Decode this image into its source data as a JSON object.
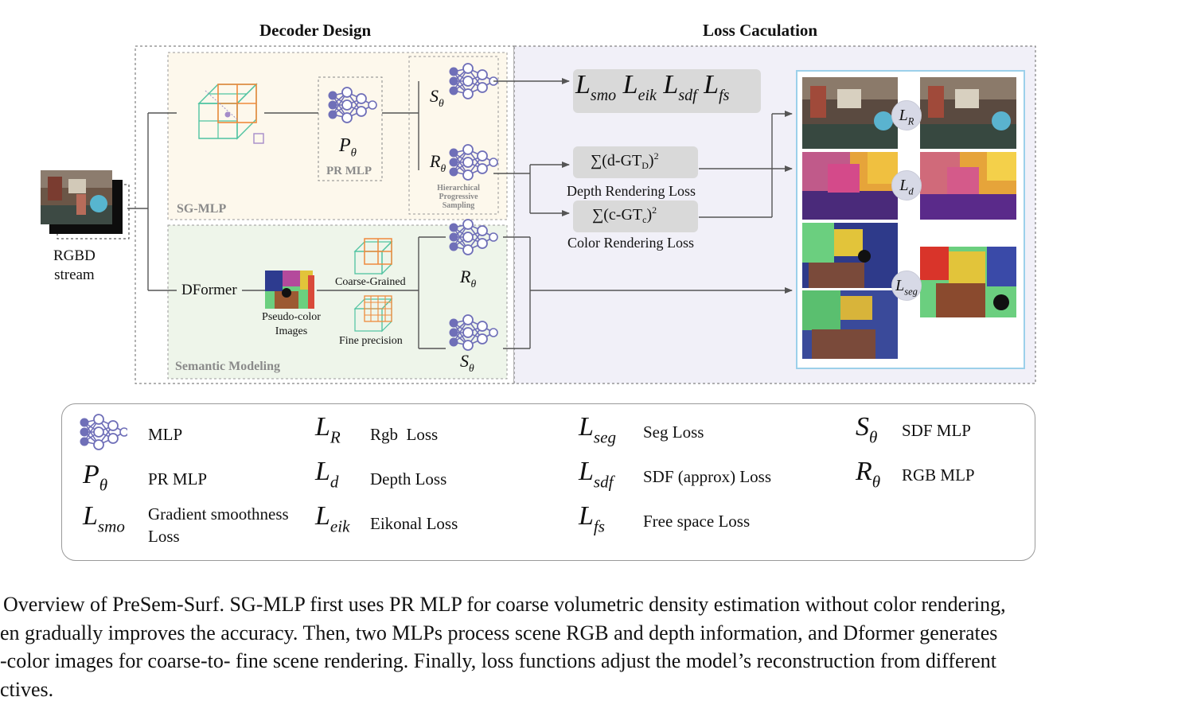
{
  "diagram": {
    "headers": {
      "decoder": "Decoder Design",
      "loss": "Loss Caculation"
    },
    "input": {
      "label_line1": "RGBD",
      "label_line2": "stream"
    },
    "sg_mlp": {
      "region_label": "SG-MLP",
      "pr_mlp_symbol": "P",
      "pr_mlp_label": "PR MLP",
      "sdf_symbol": "S",
      "rgb_symbol": "R",
      "sampling_line1": "Hierarchical",
      "sampling_line2": "Progressive",
      "sampling_line3": "Sampling"
    },
    "semantic": {
      "region_label": "Semantic Modeling",
      "dformer": "DFormer",
      "pseudo_line1": "Pseudo-color",
      "pseudo_line2": "Images",
      "coarse": "Coarse-Grained",
      "fine": "Fine precision",
      "rgb_symbol": "R",
      "sdf_symbol": "S"
    },
    "losses": {
      "geo_terms": [
        "L_smo",
        "L_eik",
        "L_sdf",
        "L_fs"
      ],
      "depth_formula": "∑(d-GT",
      "depth_sub": "D",
      "depth_label": "Depth Rendering Loss",
      "color_formula": "∑(c-GT",
      "color_sub": "c",
      "color_label": "Color Rendering Loss",
      "circle_rgb": "L_R",
      "circle_depth": "L_d",
      "circle_seg": "L_seg"
    },
    "colors": {
      "accent_purple": "#6f6fb8",
      "grid_orange": "#ef8a3c",
      "grid_teal": "#4fc3a1",
      "sg_bg": "#fdf8ec",
      "sem_bg": "#eef5ea",
      "loss_bg": "#f1f0f8",
      "panel_border": "#9cd0ea"
    }
  },
  "legend": {
    "col1": [
      {
        "sym": "",
        "icon": "mlp-icon",
        "text": "MLP"
      },
      {
        "sym": "P",
        "sub": "θ",
        "text": "PR MLP"
      },
      {
        "sym": "L",
        "sub": "smo",
        "text": "Gradient smoothness",
        "text2": "Loss"
      }
    ],
    "col2": [
      {
        "sym": "L",
        "sub": "R",
        "text": "Rgb  Loss"
      },
      {
        "sym": "L",
        "sub": "d",
        "text": "Depth Loss"
      },
      {
        "sym": "L",
        "sub": "eik",
        "text": "Eikonal Loss"
      }
    ],
    "col3": [
      {
        "sym": "L",
        "sub": "seg",
        "text": "Seg Loss"
      },
      {
        "sym": "L",
        "sub": "sdf",
        "text": "SDF (approx) Loss"
      },
      {
        "sym": "L",
        "sub": "fs",
        "text": "Free space Loss"
      }
    ],
    "col4": [
      {
        "sym": "S",
        "sub": "θ",
        "text": "SDF MLP"
      },
      {
        "sym": "R",
        "sub": "θ",
        "text": "RGB MLP"
      }
    ]
  },
  "caption": {
    "line1": "Overview of PreSem-Surf. SG-MLP first uses PR MLP for coarse volumetric density estimation without color rendering,",
    "line2": "en gradually improves the accuracy. Then, two MLPs process scene RGB and depth information, and Dformer generates",
    "line3": "-color images for coarse-to- fine scene rendering. Finally, loss functions adjust the model’s reconstruction from different",
    "line4": "ctives."
  }
}
